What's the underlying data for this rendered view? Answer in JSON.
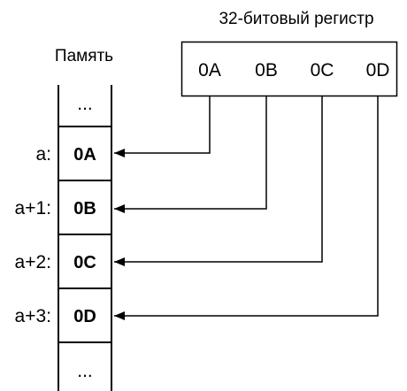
{
  "register": {
    "title": "32-битовый регистр",
    "bytes": [
      "0A",
      "0B",
      "0C",
      "0D"
    ]
  },
  "memory": {
    "title": "Память",
    "cells": [
      {
        "address": "",
        "value": "..."
      },
      {
        "address": "a:",
        "value": "0A"
      },
      {
        "address": "a+1:",
        "value": "0B"
      },
      {
        "address": "a+2:",
        "value": "0C"
      },
      {
        "address": "a+3:",
        "value": "0D"
      },
      {
        "address": "",
        "value": "..."
      }
    ]
  }
}
